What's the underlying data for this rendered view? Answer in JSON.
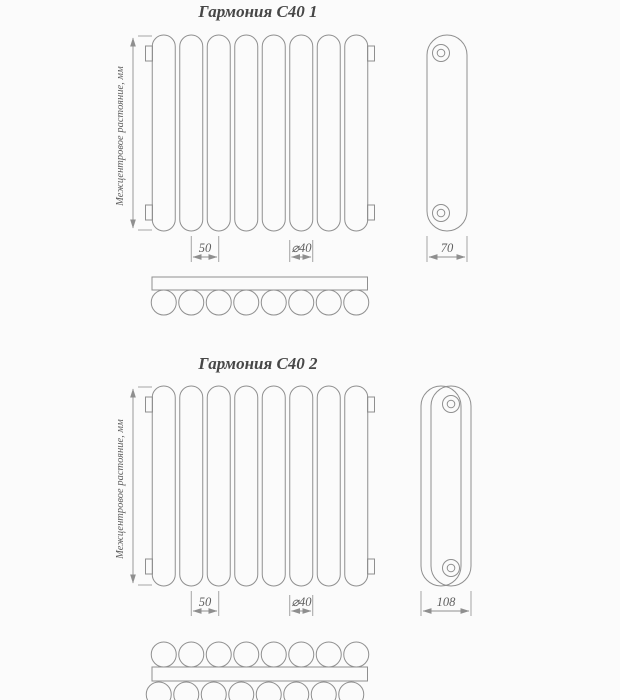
{
  "page": {
    "background": "#fbfbfb"
  },
  "colors": {
    "line": "#8f8f8f",
    "dim_text": "#5f5f5f",
    "title_text": "#474747"
  },
  "drawing1": {
    "title": "Гармония С40 1",
    "vertical_dim_label": "Межцентровое растояние, мм",
    "dims": {
      "pitch": "50",
      "diameter": "⌀40",
      "depth": "70"
    }
  },
  "drawing2": {
    "title": "Гармония С40 2",
    "vertical_dim_label": "Межцентровое растояние, мм",
    "dims": {
      "pitch": "50",
      "diameter": "⌀40",
      "depth": "108"
    }
  }
}
